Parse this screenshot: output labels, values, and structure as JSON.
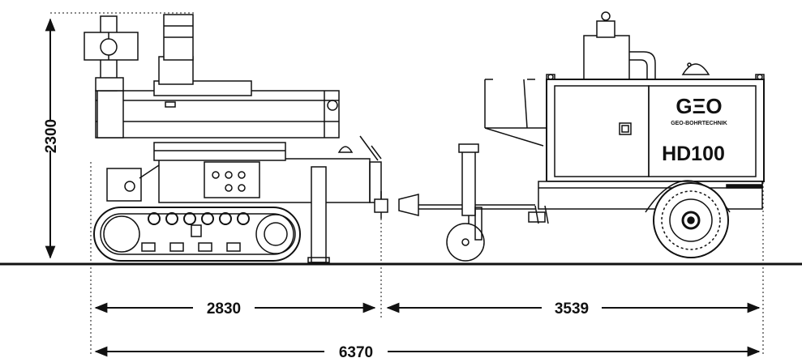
{
  "dimensions": {
    "height": "2300",
    "drill_length": "2830",
    "trailer_length": "3539",
    "total_length": "6370"
  },
  "trailer": {
    "brand": "GΞO",
    "brand_subtitle": "GEO-BOHRTECHNIK",
    "model": "HD100"
  },
  "colors": {
    "line": "#111111",
    "background": "#ffffff"
  }
}
